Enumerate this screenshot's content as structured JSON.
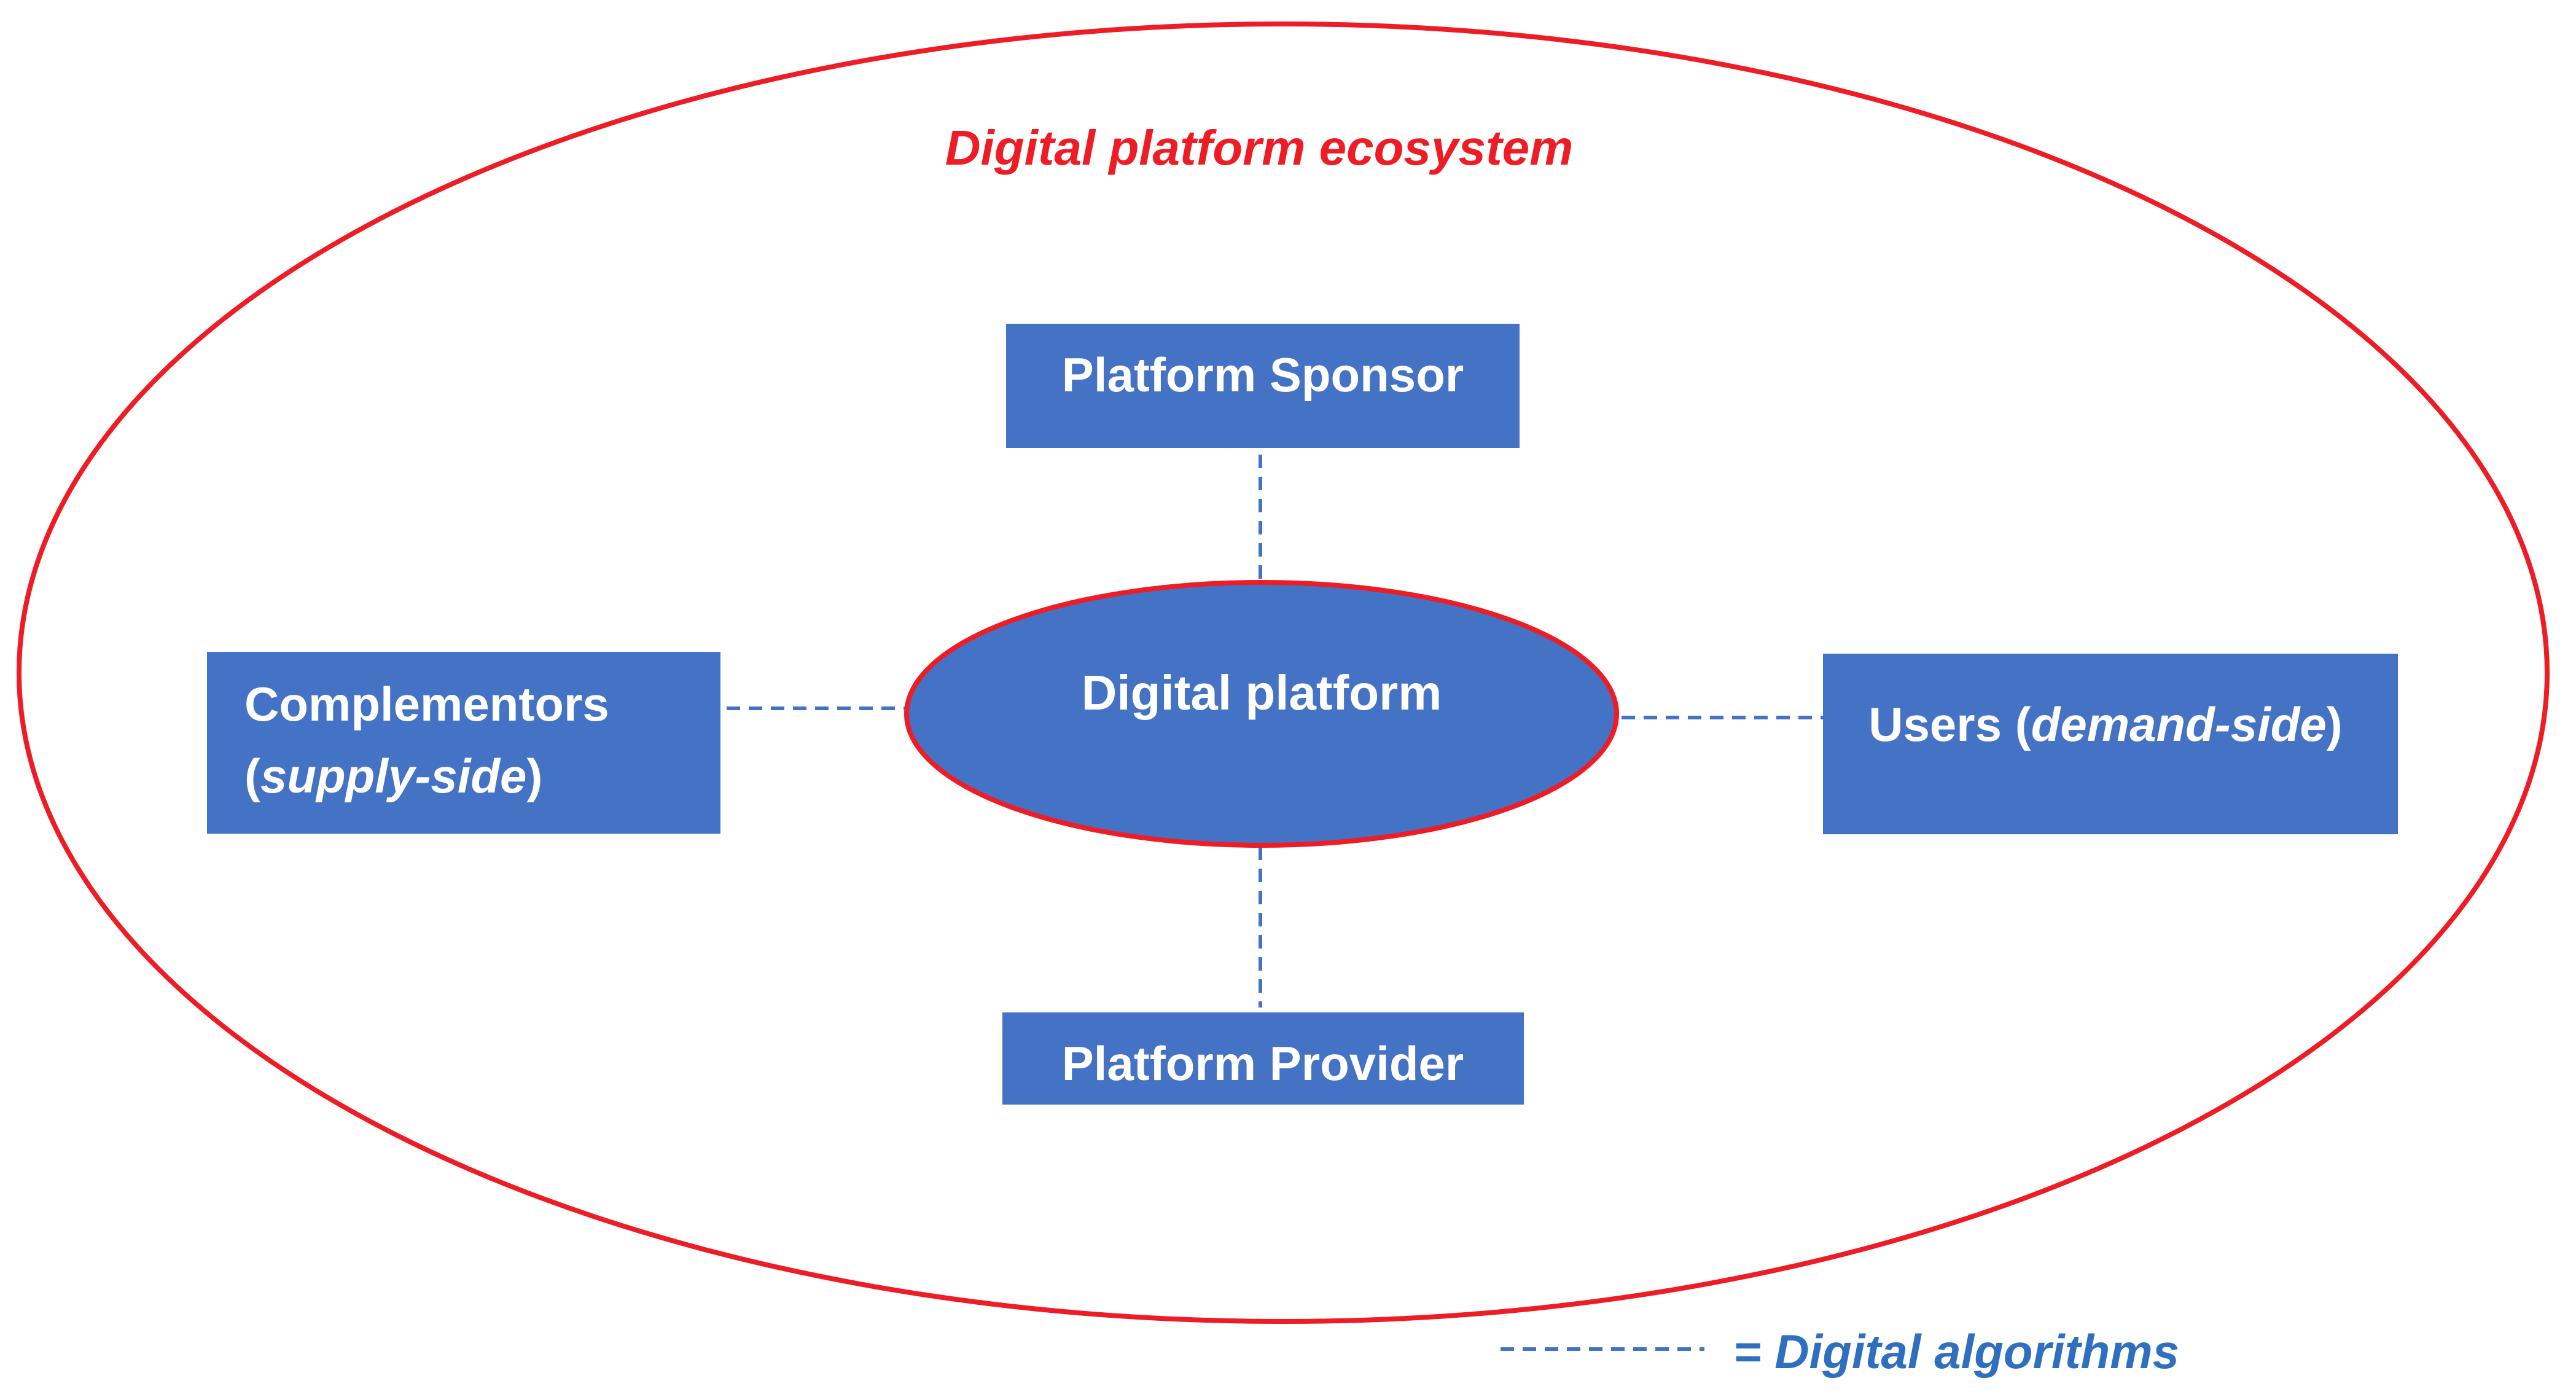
{
  "title": "Digital platform ecosystem",
  "center": {
    "label": "Digital platform"
  },
  "nodes": {
    "sponsor": {
      "label": "Platform Sponsor"
    },
    "provider": {
      "label": "Platform Provider"
    },
    "complementors": {
      "line1": "Complementors",
      "line2_open": "(",
      "line2_italic": "supply-side",
      "line2_close": ")"
    },
    "users": {
      "prefix": "Users (",
      "italic": "demand-side",
      "suffix": ")"
    }
  },
  "legend": {
    "label": "= Digital algorithms"
  },
  "colors": {
    "ecosystem_outline": "#ee1c25",
    "node_fill": "#4472c4",
    "legend_text": "#2f6fbf",
    "node_text": "#ffffff"
  }
}
